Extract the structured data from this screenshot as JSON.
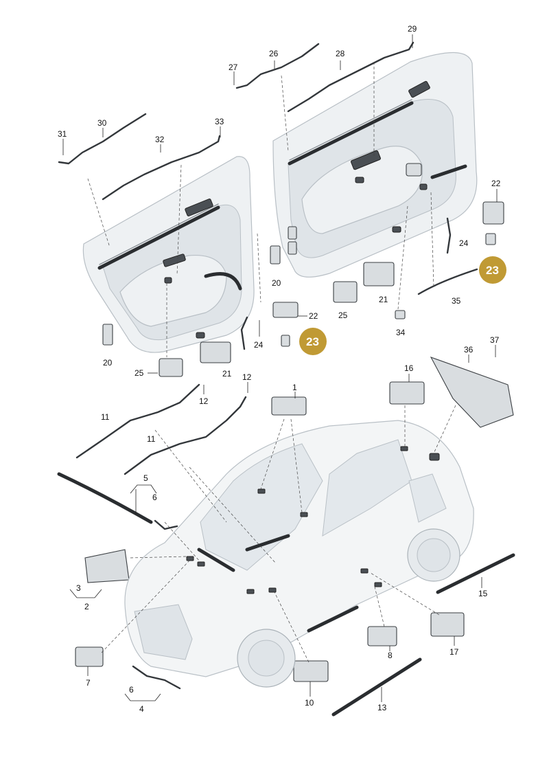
{
  "diagram": {
    "part_labels": [
      "1",
      "2",
      "3",
      "4",
      "5",
      "6",
      "6",
      "7",
      "8",
      "10",
      "11",
      "11",
      "12",
      "12",
      "13",
      "15",
      "16",
      "17",
      "20",
      "20",
      "21",
      "21",
      "22",
      "22",
      "24",
      "24",
      "25",
      "25",
      "26",
      "27",
      "28",
      "29",
      "30",
      "31",
      "32",
      "33",
      "34",
      "35",
      "36",
      "37"
    ],
    "highlight_label": "23",
    "highlight_color": "#c09a34"
  }
}
